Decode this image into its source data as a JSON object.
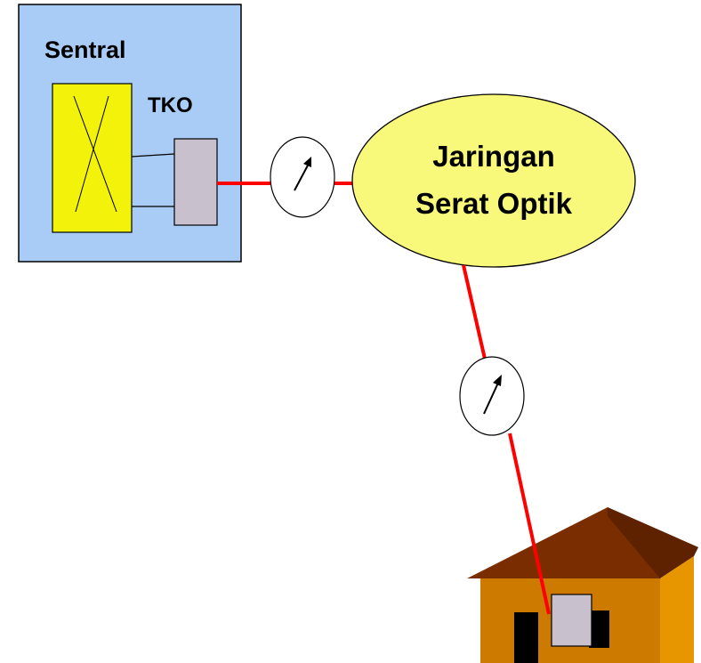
{
  "sentral": {
    "label": "Sentral",
    "tko_label": "TKO"
  },
  "network": {
    "label_line1": "Jaringan",
    "label_line2": "Serat Optik"
  },
  "icons": {
    "meter": "gauge-meter-icon",
    "house": "house-icon"
  },
  "colors": {
    "sentral_box": "#a8ccf5",
    "switch_block": "#f2f20a",
    "tko_device": "#c8c0cc",
    "network_ellipse": "#f8f87a",
    "fiber_line": "#ff0000",
    "house_roof": "#7a2e00",
    "house_wall": "#cc7a00"
  }
}
